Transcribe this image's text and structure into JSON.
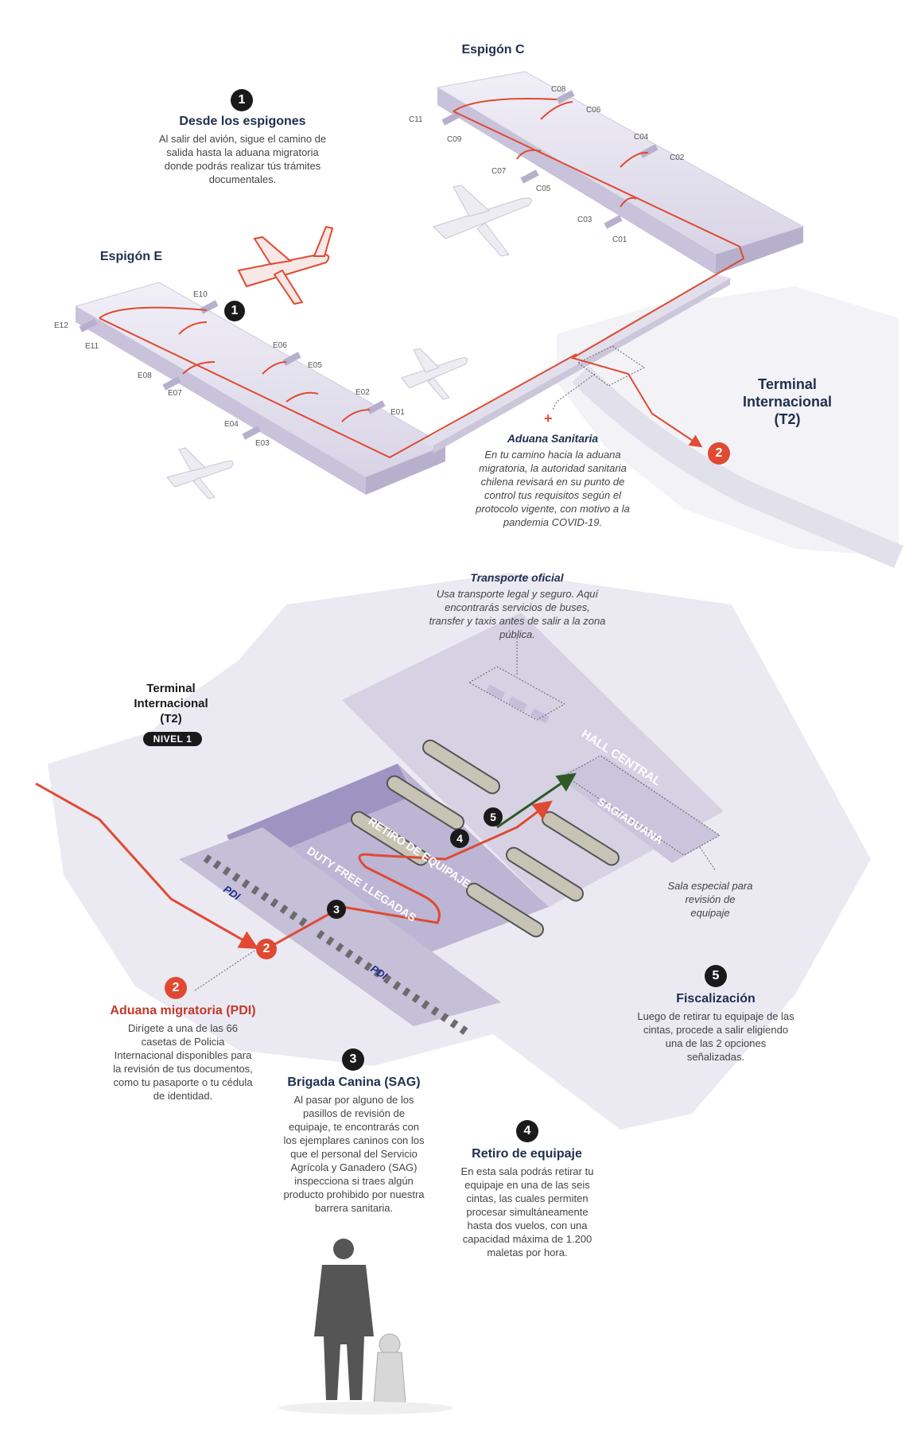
{
  "espigon_c": "Espigón C",
  "espigon_e": "Espigón E",
  "step1": {
    "num": "1",
    "title": "Desde los espigones",
    "text": "Al salir del avión, sigue el camino de salida hasta la aduana migratoria donde podrás realizar tús trámites documentales."
  },
  "gates_c": [
    "C08",
    "C06",
    "C11",
    "C09",
    "C04",
    "C02",
    "C07",
    "C05",
    "C03",
    "C01"
  ],
  "gates_e": [
    "E10",
    "E12",
    "E11",
    "E06",
    "E05",
    "E08",
    "E07",
    "E02",
    "E01",
    "E04",
    "E03"
  ],
  "terminal_top": {
    "line1": "Terminal",
    "line2": "Internacional",
    "line3": "(T2)"
  },
  "aduana_sanitaria": {
    "title": "Aduana Sanitaria",
    "text": "En tu camino hacia la aduana migratoria, la autoridad sanitaria chilena revisará en su punto de control tus requisitos según el protocolo vigente, con motivo a la pandemia COVID-19."
  },
  "transporte": {
    "title": "Transporte oficial",
    "text": "Usa transporte legal y seguro. Aquí encontrarás servicios de buses, transfer y taxis antes de salir a la zona pública."
  },
  "terminal_level": {
    "line1": "Terminal",
    "line2": "Internacional",
    "line3": "(T2)",
    "nivel": "NIVEL 1"
  },
  "map_labels": {
    "hall": "HALL CENTRAL",
    "sag": "SAG/ADUANA",
    "retiro": "RETIRO DE EQUIPAJE",
    "duty": "DUTY FREE LLEGADAS",
    "pdi1": "PDI",
    "pdi2": "PDI"
  },
  "sala_especial": "Sala especial para revisión de equipaje",
  "step2": {
    "num": "2",
    "title": "Aduana migratoria (PDI)",
    "text": "Dirígete a una de las 66 casetas de Policia Internacional disponibles para la revisión de tus documentos, como tu pasaporte o tu cédula de identidad."
  },
  "step3": {
    "num": "3",
    "title": "Brigada Canina (SAG)",
    "text": "Al pasar por alguno de los pasillos de revisión de equipaje, te encontrarás con los ejemplares caninos con los que el personal del Servicio Agrícola y Ganadero (SAG) inspecciona si traes algún producto prohibido por nuestra barrera sanitaria."
  },
  "step4": {
    "num": "4",
    "title": "Retiro de equipaje",
    "text": "En esta sala podrás retirar tu equipaje en una de las seis cintas, las cuales permiten procesar simultáneamente hasta dos vuelos, con una capacidad máxima de 1.200 maletas por hora."
  },
  "step5": {
    "num": "5",
    "title": "Fiscalización",
    "text": "Luego de retirar tu equipaje de las cintas, procede a salir eligiendo una de las 2 opciones señalizadas."
  },
  "colors": {
    "accent_red": "#e04a32",
    "navy": "#1f2f4e",
    "lavender": "#d9d5e6",
    "purple": "#9d94c2",
    "green": "#2f5a26"
  }
}
